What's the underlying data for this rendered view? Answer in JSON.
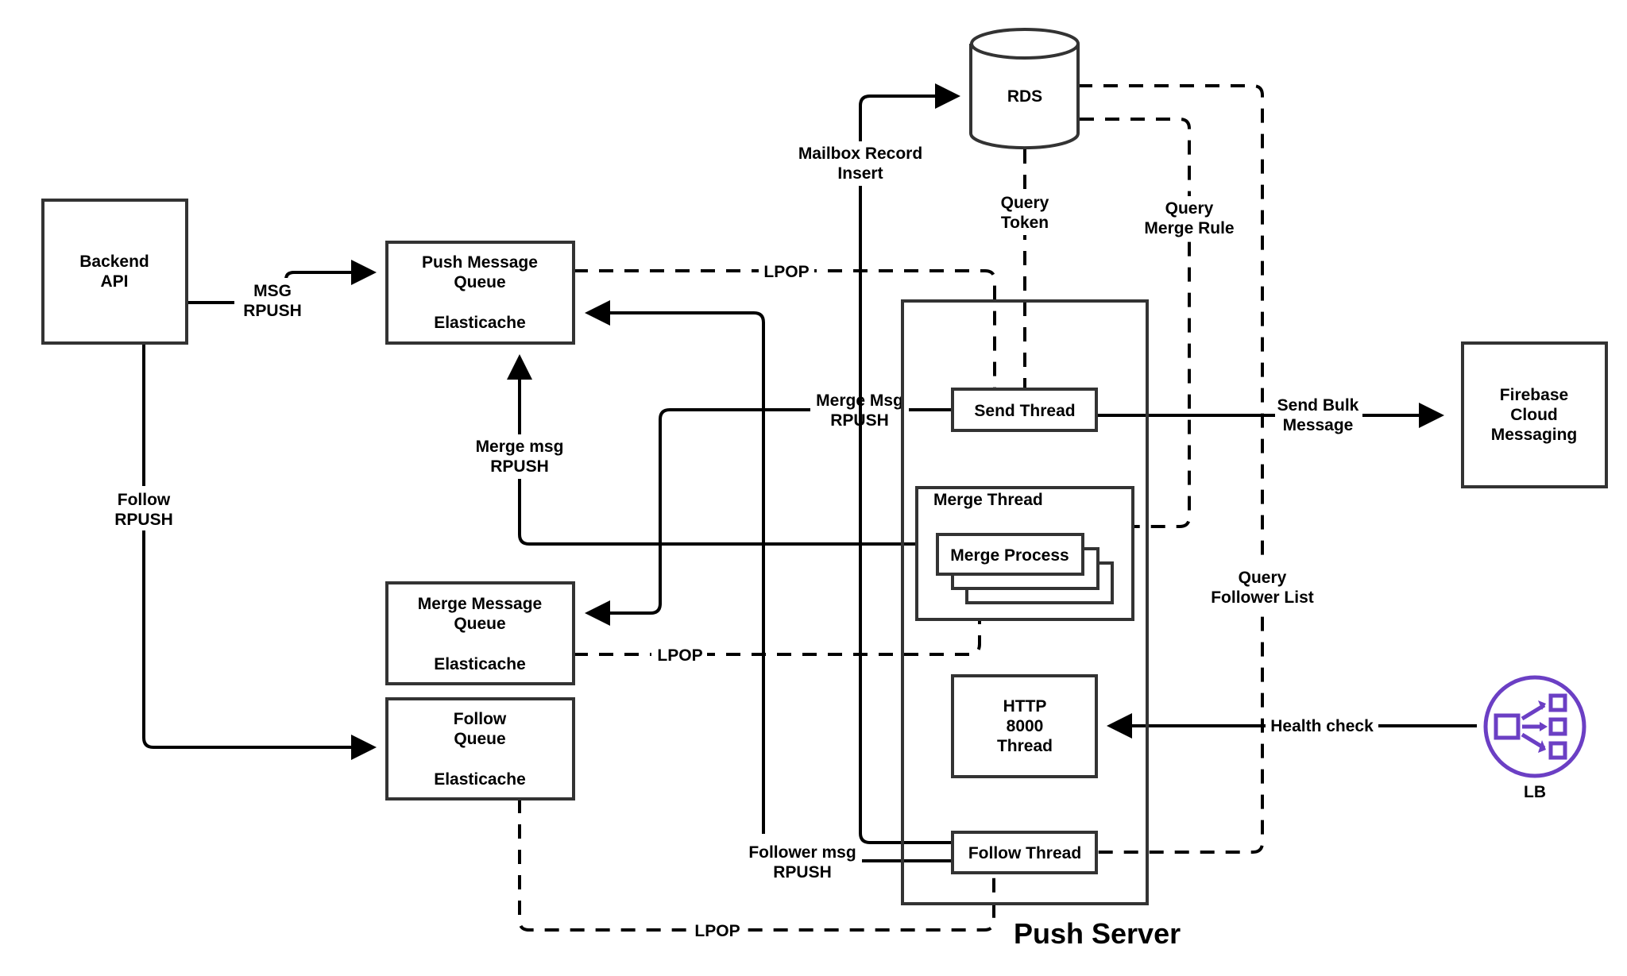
{
  "diagram": {
    "title": "Push Server",
    "colors": {
      "lb_accent": "#6b3fc4",
      "line": "#000000",
      "box_border": "#333333"
    },
    "nodes": {
      "backend_api": {
        "lines": [
          "Backend",
          "API"
        ]
      },
      "push_message_queue": {
        "lines": [
          "Push Message",
          "Queue",
          "Elasticache"
        ]
      },
      "merge_message_queue": {
        "lines": [
          "Merge Message",
          "Queue",
          "Elasticache"
        ]
      },
      "follow_queue": {
        "lines": [
          "Follow",
          "Queue",
          "Elasticache"
        ]
      },
      "rds": {
        "label": "RDS",
        "icon": "database-cylinder-icon"
      },
      "send_thread": {
        "label": "Send Thread"
      },
      "merge_thread": {
        "label": "Merge Thread"
      },
      "merge_process": {
        "label": "Merge Process"
      },
      "http_thread": {
        "lines": [
          "HTTP",
          "8000",
          "Thread"
        ]
      },
      "follow_thread": {
        "label": "Follow Thread"
      },
      "firebase": {
        "lines": [
          "Firebase",
          "Cloud",
          "Messaging"
        ]
      },
      "lb": {
        "label": "LB",
        "icon": "load-balancer-icon"
      }
    },
    "edges": {
      "msg_rpush": [
        "MSG",
        "RPUSH"
      ],
      "follow_rpush": [
        "Follow",
        "RPUSH"
      ],
      "push_lpop": "LPOP",
      "merge_lpop": "LPOP",
      "follow_lpop": "LPOP",
      "merge_msg_rpush_up": [
        "Merge msg",
        "RPUSH"
      ],
      "merge_msg_rpush": [
        "Merge Msg",
        "RPUSH"
      ],
      "mailbox_insert": [
        "Mailbox Record",
        "Insert"
      ],
      "query_token": [
        "Query",
        "Token"
      ],
      "query_merge_rule": [
        "Query",
        "Merge Rule"
      ],
      "query_follower_list": [
        "Query",
        "Follower List"
      ],
      "send_bulk": [
        "Send Bulk",
        "Message"
      ],
      "health_check": "Health check",
      "follower_msg_rpush": [
        "Follower msg",
        "RPUSH"
      ]
    }
  }
}
